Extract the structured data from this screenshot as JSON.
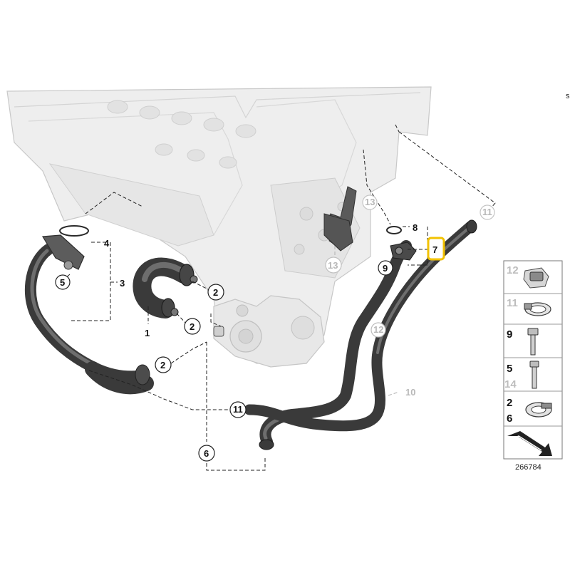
{
  "callouts": {
    "c1": "1",
    "c2a": "2",
    "c2b": "2",
    "c2c": "2",
    "c3": "3",
    "c4": "4",
    "c5": "5",
    "c6": "6",
    "c7": "7",
    "c8": "8",
    "c9": "9",
    "c10": "10",
    "c11a": "11",
    "c11b": "11",
    "c12": "12",
    "c13": "13",
    "c13b": "13"
  },
  "highlight_color": "#f2c200",
  "legend": {
    "rows": [
      {
        "top": "12",
        "bottom": ""
      },
      {
        "top": "11",
        "bottom": ""
      },
      {
        "top": "9",
        "bottom": ""
      },
      {
        "top": "5",
        "bottom": "14"
      },
      {
        "top": "2",
        "bottom": "6"
      }
    ]
  },
  "catalog_number": "266784",
  "edge_mark": "s"
}
